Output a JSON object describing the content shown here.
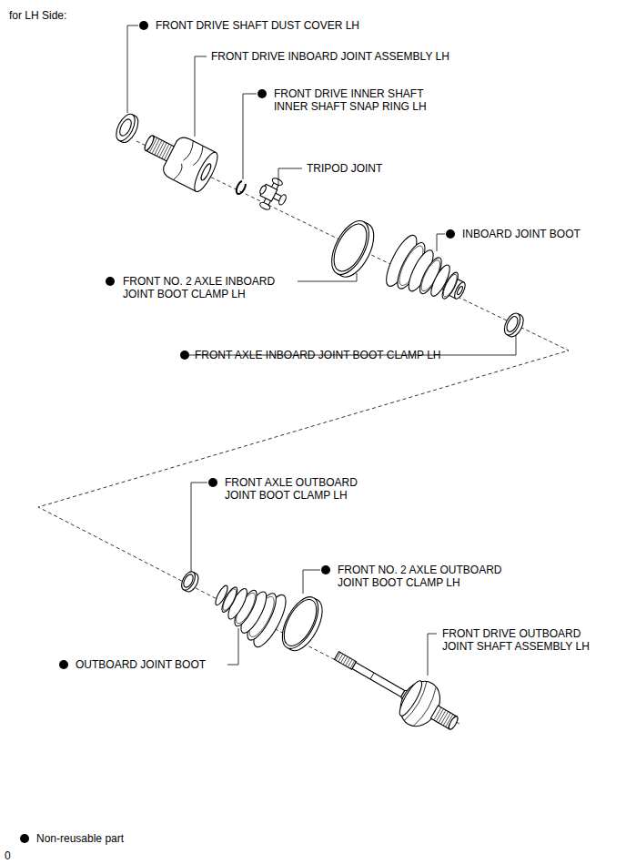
{
  "diagram": {
    "title": "for LH Side:",
    "labels": [
      "FRONT DRIVE SHAFT DUST COVER LH",
      "FRONT DRIVE INBOARD JOINT ASSEMBLY LH",
      "FRONT DRIVE INNER SHAFT INNER SHAFT SNAP RING LH",
      "TRIPOD JOINT",
      "INBOARD JOINT BOOT",
      "FRONT NO. 2 AXLE INBOARD JOINT BOOT CLAMP LH",
      "FRONT AXLE INBOARD JOINT BOOT CLAMP LH",
      "FRONT AXLE OUTBOARD JOINT BOOT CLAMP LH",
      "FRONT NO. 2 AXLE OUTBOARD JOINT BOOT CLAMP LH",
      "OUTBOARD JOINT BOOT",
      "FRONT DRIVE OUTBOARD JOINT SHAFT ASSEMBLY LH",
      "0"
    ],
    "legend": [
      {
        "text": "Non-reusable part"
      }
    ]
  }
}
